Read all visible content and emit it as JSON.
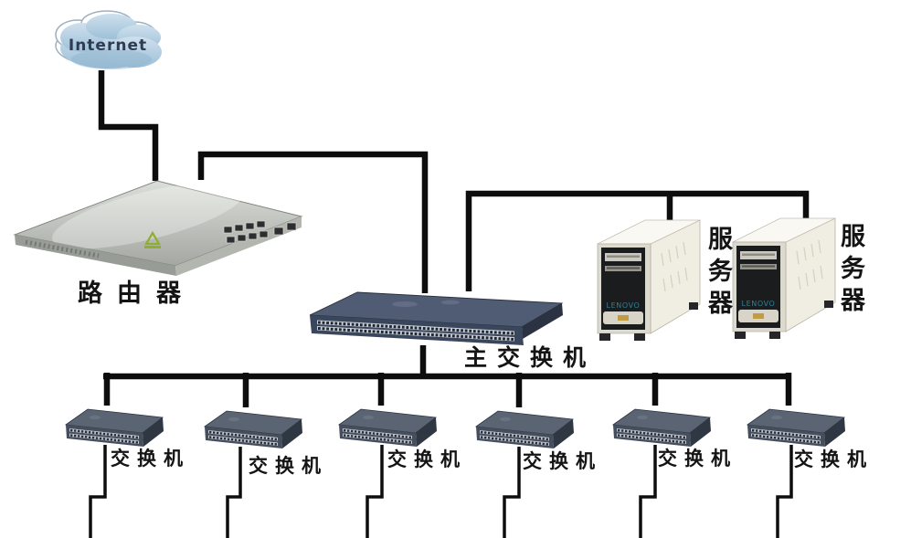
{
  "nodes": {
    "internet": {
      "label": "Internet"
    },
    "router": {
      "label": "路由器"
    },
    "main_switch": {
      "label": "主交换机"
    },
    "server_1": {
      "label": "服务器",
      "brand": "LENOVO"
    },
    "server_2": {
      "label": "服务器",
      "brand": "LENOVO"
    },
    "switches": [
      {
        "label": "交换机"
      },
      {
        "label": "交换机"
      },
      {
        "label": "交换机"
      },
      {
        "label": "交换机"
      },
      {
        "label": "交换机"
      },
      {
        "label": "交换机"
      }
    ]
  },
  "connections": [
    {
      "from": "internet",
      "to": "router"
    },
    {
      "from": "router",
      "to": "main_switch"
    },
    {
      "from": "main_switch",
      "to": "server_1"
    },
    {
      "from": "main_switch",
      "to": "server_2"
    },
    {
      "from": "main_switch",
      "to": "switch_1"
    },
    {
      "from": "main_switch",
      "to": "switch_2"
    },
    {
      "from": "main_switch",
      "to": "switch_3"
    },
    {
      "from": "main_switch",
      "to": "switch_4"
    },
    {
      "from": "main_switch",
      "to": "switch_5"
    },
    {
      "from": "main_switch",
      "to": "switch_6"
    },
    {
      "from": "switch_1",
      "to": "off_screen"
    },
    {
      "from": "switch_2",
      "to": "off_screen"
    },
    {
      "from": "switch_3",
      "to": "off_screen"
    },
    {
      "from": "switch_4",
      "to": "off_screen"
    },
    {
      "from": "switch_5",
      "to": "off_screen"
    },
    {
      "from": "switch_6",
      "to": "off_screen"
    }
  ],
  "colors": {
    "background": "#ffffff",
    "wire": "#0d0d0d",
    "cloud_fill": "#b6cfe2",
    "router_body": "#c2c6c0",
    "switch_body": "#4c5668",
    "server_side": "#f1eee5",
    "server_front": "#1b1c1e",
    "lenovo_text": "#2a8298",
    "label_text": "#141414"
  }
}
